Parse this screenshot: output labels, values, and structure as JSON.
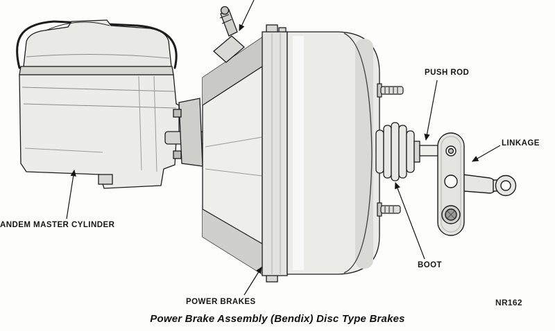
{
  "figure": {
    "caption": "Power Brake Assembly (Bendix) Disc Type Brakes",
    "figure_code": "NR162",
    "labels": {
      "master_cylinder": "ANDEM MASTER CYLINDER",
      "push_rod": "PUSH ROD",
      "linkage": "LINKAGE",
      "boot": "BOOT",
      "power_brakes": "POWER BRAKES"
    }
  }
}
